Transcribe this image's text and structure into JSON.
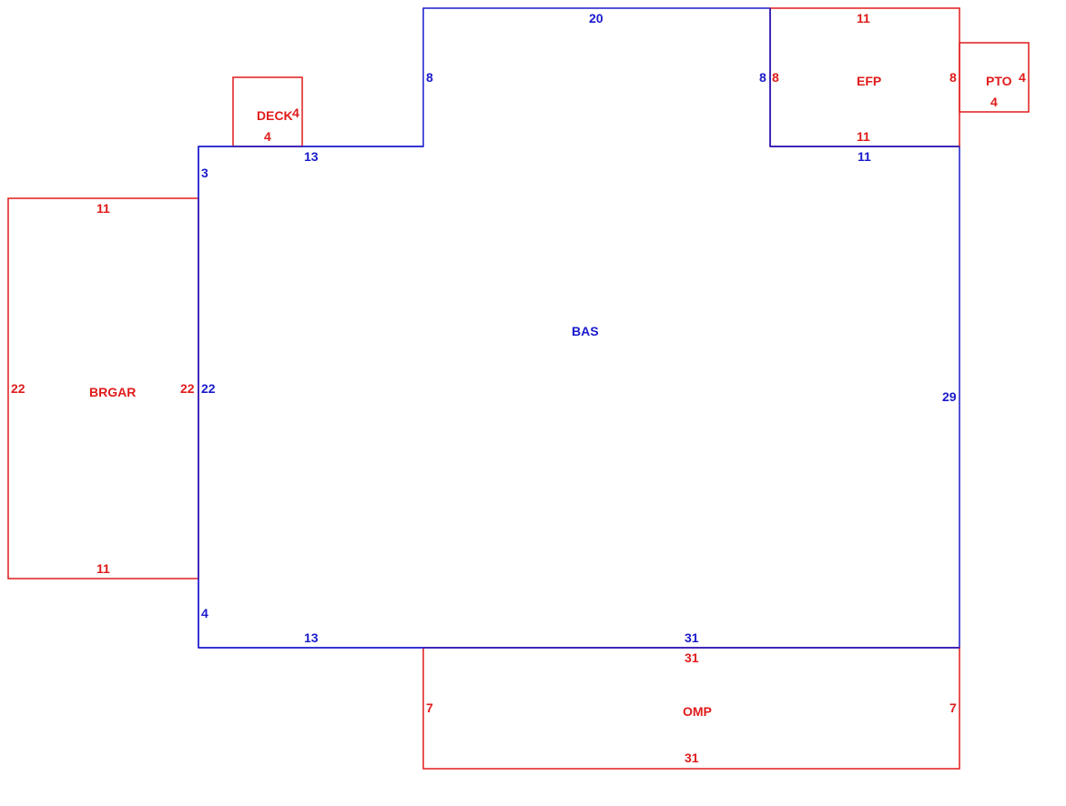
{
  "colors": {
    "main": "#1a1acc",
    "addition": "#e01b1b",
    "background": "#ffffff"
  },
  "areas": {
    "bas": {
      "label": "BAS",
      "dims": {
        "top_left": "13",
        "top": "20",
        "left_upper": "3",
        "left_mid": "22",
        "left_lower": "4",
        "bottom_left": "13",
        "bottom_right": "31",
        "right": "29",
        "notch_left": "8",
        "notch_right": "8",
        "top_right": "11"
      }
    },
    "efp": {
      "label": "EFP",
      "dims": {
        "top": "11",
        "bottom": "11",
        "left": "8",
        "right": "8"
      }
    },
    "pto": {
      "label": "PTO",
      "dims": {
        "right": "4",
        "bottom": "4"
      }
    },
    "deck": {
      "label": "DECK",
      "dims": {
        "right": "4",
        "bottom": "4"
      }
    },
    "brgar": {
      "label": "BRGAR",
      "dims": {
        "top": "11",
        "bottom": "11",
        "left": "22",
        "right": "22"
      }
    },
    "omp": {
      "label": "OMP",
      "dims": {
        "top": "31",
        "bottom": "31",
        "left": "7",
        "right": "7"
      }
    }
  }
}
